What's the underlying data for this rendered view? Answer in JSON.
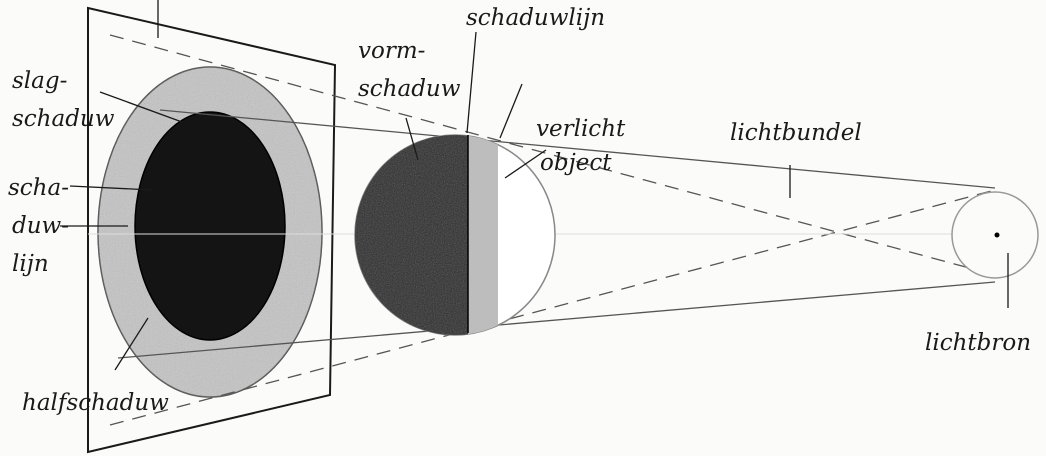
{
  "labels": {
    "slagschaduw_1": "slag-",
    "slagschaduw_2": "schaduw",
    "schaduwlijn_left_1": "scha-",
    "schaduwlijn_left_2": "duw-",
    "schaduwlijn_left_3": "lijn",
    "halfschaduw": "halfschaduw",
    "vormschaduw_1": "vorm-",
    "vormschaduw_2": "schaduw",
    "schaduwlijn_top": "schaduwlijn",
    "verlicht_1": "verlicht",
    "verlicht_2": "object",
    "lichtbundel": "lichtbundel",
    "lichtbron": "lichtbron"
  },
  "colors": {
    "ink": "#1a1a1a",
    "pencil_line": "#555555",
    "half_shadow": "#c4c4c4",
    "core_shadow": "#141414",
    "sphere_dark": "#2a2a2a",
    "shadow_line_band": "#bdbdbd",
    "lit": "#ffffff",
    "paper": "#fbfbf9"
  }
}
